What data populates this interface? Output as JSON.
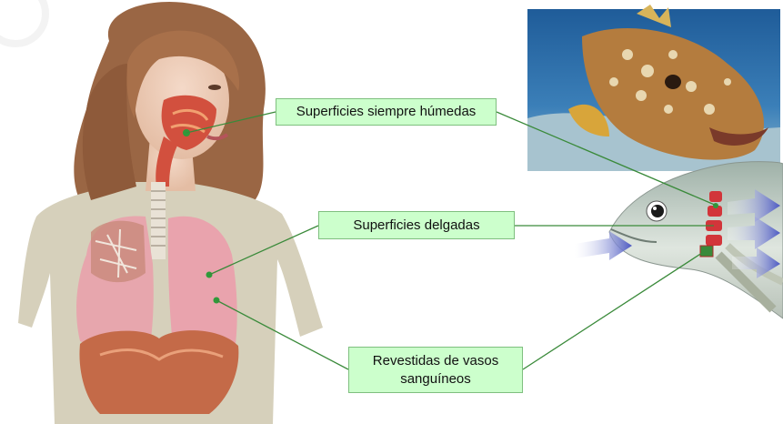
{
  "labels": {
    "humid": "Superficies siempre húmedas",
    "thin": "Superficies delgadas",
    "vessels_line1": "Revestidas de vasos",
    "vessels_line2": "sanguíneos"
  },
  "colors": {
    "label_bg": "#ccffcc",
    "label_border": "#7fbf7f",
    "leader_line": "#3a8a3a",
    "shirt": "#d8d2bd",
    "hair": "#a06b45",
    "lung": "#e6a0a8",
    "diaphragm": "#c26a4a",
    "fish_body": "#b9c4bd",
    "gills": "#d2353a",
    "water_arrow": "#5a66c8",
    "photo_water": "#2a6ea8",
    "grouper": "#b07a3a"
  },
  "icons": [
    "human-respiratory-illustration",
    "fish-photo",
    "fish-gill-diagram"
  ]
}
